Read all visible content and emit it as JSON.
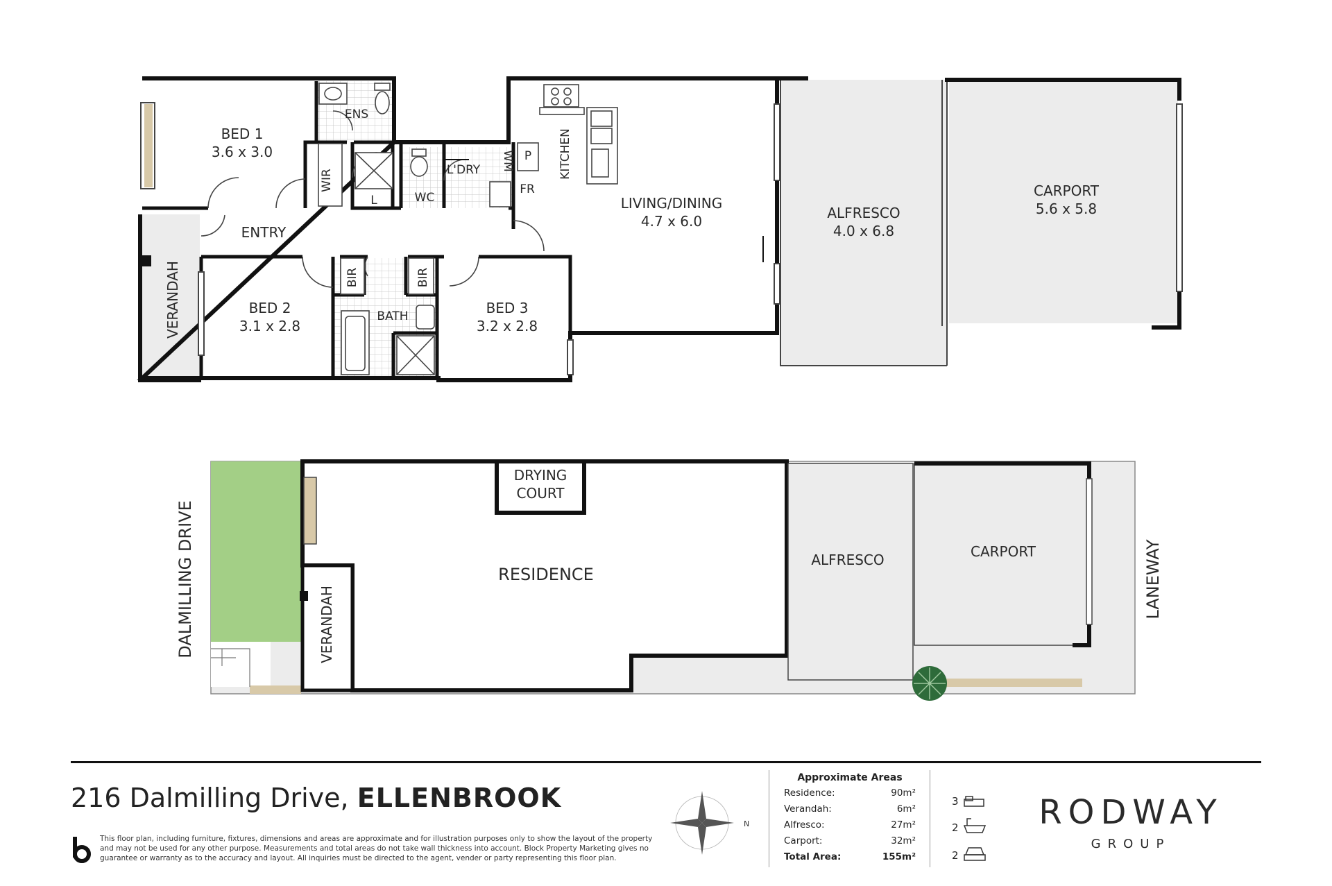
{
  "floor_plan": {
    "rooms": {
      "bed1": {
        "name": "BED 1",
        "size": "3.6 x 3.0"
      },
      "ens": "ENS",
      "wir": "WIR",
      "l": "L",
      "wc": "WC",
      "ldry": "L'DRY",
      "wm": "WM",
      "p": "P",
      "fr": "FR",
      "kitchen": "KITCHEN",
      "entry": "ENTRY",
      "verandah": "VERANDAH",
      "bed2": {
        "name": "BED 2",
        "size": "3.1 x 2.8"
      },
      "bir1": "BIR",
      "bir2": "BIR",
      "bath": "BATH",
      "bed3": {
        "name": "BED 3",
        "size": "3.2 x 2.8"
      },
      "living": {
        "name": "LIVING/DINING",
        "size": "4.7 x 6.0"
      },
      "alfresco": {
        "name": "ALFRESCO",
        "size": "4.0 x 6.8"
      },
      "carport": {
        "name": "CARPORT",
        "size": "5.6 x 5.8"
      }
    }
  },
  "site_plan": {
    "street": "DALMILLING DRIVE",
    "laneway": "LANEWAY",
    "residence": "RESIDENCE",
    "drying_court_line1": "DRYING",
    "drying_court_line2": "COURT",
    "verandah": "VERANDAH",
    "alfresco": "ALFRESCO",
    "carport": "CARPORT"
  },
  "footer": {
    "address_street": "216 Dalmilling Drive,",
    "address_suburb": "ELLENBROOK",
    "disclaimer": "This floor plan, including furniture, fixtures, dimensions and areas are approximate and for illustration purposes only to show the layout of the property and may not be used for any other purpose. Measurements and total areas do not take wall thickness into account. Block Property Marketing gives no guarantee or warranty as to the accuracy and layout. All inquiries must be directed to the agent, vender or party representing this floor plan.",
    "compass_label": "N",
    "areas_title": "Approximate Areas",
    "areas": [
      {
        "label": "Residence:",
        "value": "90m²"
      },
      {
        "label": "Verandah:",
        "value": "6m²"
      },
      {
        "label": "Alfresco:",
        "value": "27m²"
      },
      {
        "label": "Carport:",
        "value": "32m²"
      }
    ],
    "total_label": "Total Area:",
    "total_value": "155m²",
    "bedrooms": "3",
    "bathrooms": "2",
    "car_spaces": "2",
    "brand_name": "RODWAY",
    "brand_sub": "GROUP",
    "colors": {
      "wall": "#111111",
      "shade": "#ececec",
      "lawn": "#a3cf86",
      "timber": "#d8c9a8",
      "tree": "#2e6b3a"
    }
  }
}
